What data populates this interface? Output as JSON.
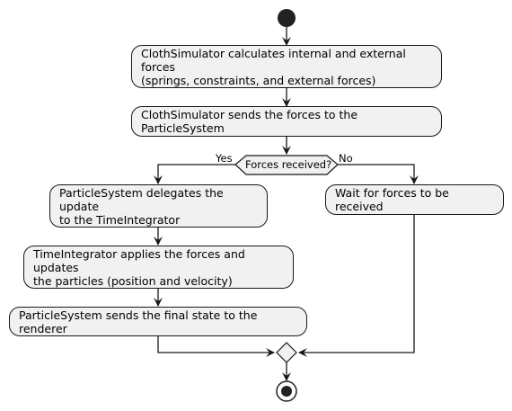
{
  "diagram": {
    "actions": [
      {
        "id": "calc-forces",
        "text": "ClothSimulator calculates internal and external forces\n(springs, constraints, and external forces)"
      },
      {
        "id": "send-forces",
        "text": "ClothSimulator sends the forces to the ParticleSystem"
      },
      {
        "id": "delegate-update",
        "text": "ParticleSystem delegates the update\nto the TimeIntegrator"
      },
      {
        "id": "apply-forces",
        "text": "TimeIntegrator applies the forces and updates\nthe particles (position and velocity)"
      },
      {
        "id": "send-state",
        "text": "ParticleSystem sends the final state to the renderer"
      },
      {
        "id": "wait-forces",
        "text": "Wait for forces to be received"
      }
    ],
    "decision": {
      "condition": "Forces received?",
      "yes_label": "Yes",
      "no_label": "No"
    },
    "colors": {
      "node_fill": "#f1f1f1",
      "stroke": "#181818",
      "terminal": "#222222"
    }
  }
}
